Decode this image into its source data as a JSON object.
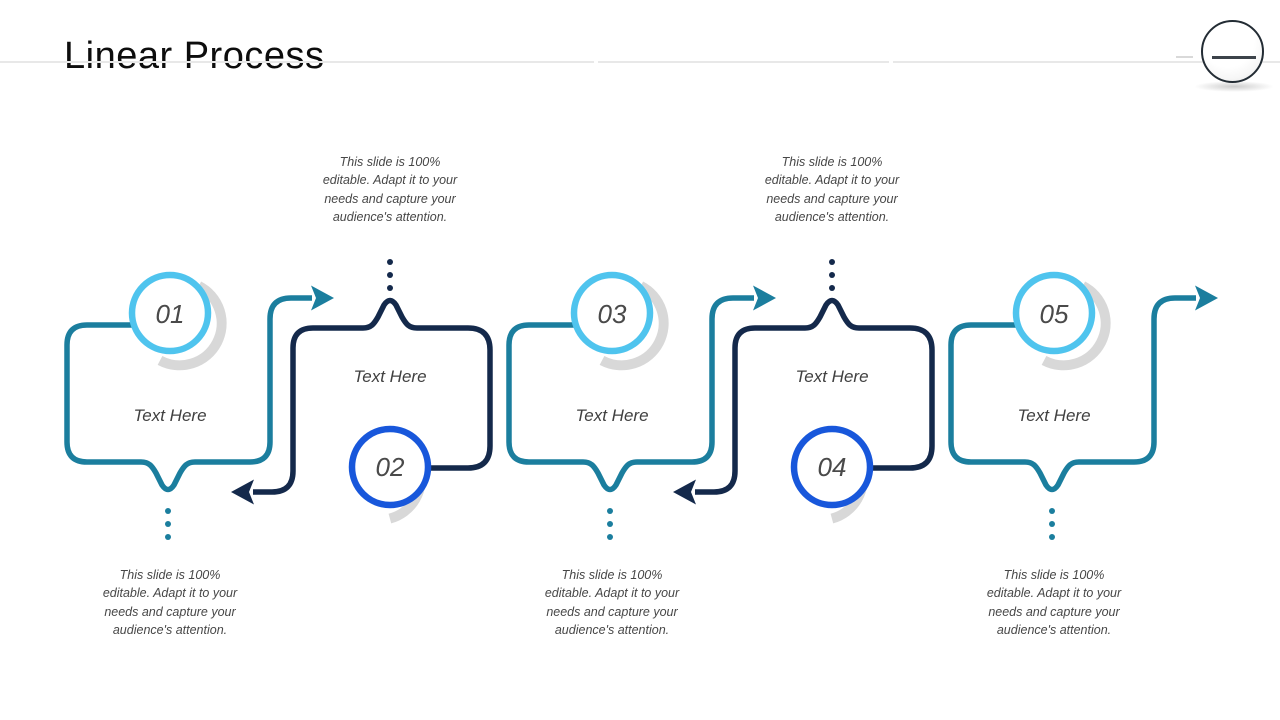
{
  "title": "Linear Process",
  "ball_icon": {
    "name": "minus-sphere",
    "symbol": "−"
  },
  "colors": {
    "teal": "#1B7E9E",
    "navy": "#14294B",
    "cyan": "#4FC4EE",
    "blue": "#1857DB",
    "arc_gray": "#D8D8D8"
  },
  "steps": [
    {
      "number": "01",
      "label": "Text Here",
      "description_lines": [
        "This slide is 100%",
        "editable. Adapt it to your",
        "needs and capture your",
        "audience's attention."
      ]
    },
    {
      "number": "02",
      "label": "Text Here",
      "description_lines": [
        "This slide is 100%",
        "editable. Adapt it to your",
        "needs and capture your",
        "audience's attention."
      ]
    },
    {
      "number": "03",
      "label": "Text Here",
      "description_lines": [
        "This slide is 100%",
        "editable. Adapt it to your",
        "needs and capture your",
        "audience's attention."
      ]
    },
    {
      "number": "04",
      "label": "Text Here",
      "description_lines": [
        "This slide is 100%",
        "editable. Adapt it to your",
        "needs and capture your",
        "audience's attention."
      ]
    },
    {
      "number": "05",
      "label": "Text Here",
      "description_lines": [
        "This slide is 100%",
        "editable. Adapt it to your",
        "needs and capture your",
        "audience's attention."
      ]
    }
  ]
}
